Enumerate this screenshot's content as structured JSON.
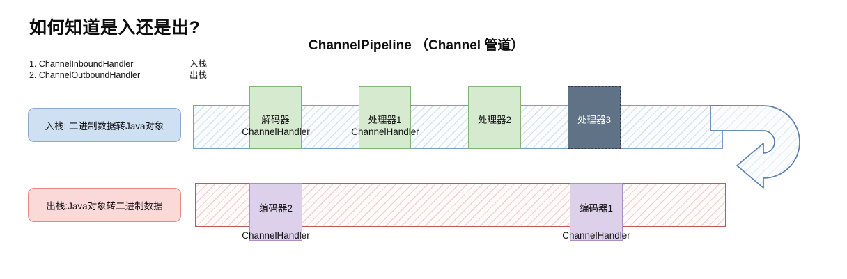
{
  "page": {
    "title": "如何知道是入还是出?",
    "diagram_title": "ChannelPipeline （Channel 管道）"
  },
  "legend": {
    "items": [
      {
        "text": "1. ChannelInboundHandler",
        "note": "入栈"
      },
      {
        "text": "2. ChannelOutboundHandler",
        "note": "出栈"
      }
    ]
  },
  "captions": {
    "inbound": "入栈: 二进制数据转Java对象",
    "outbound": "出栈:Java对象转二进制数据"
  },
  "pipelines": {
    "inbound": {
      "name": "inbound-pipeline",
      "nodes": [
        {
          "label": "解码器",
          "sub": "ChannelHandler",
          "style": "green"
        },
        {
          "label": "处理器1",
          "sub": "ChannelHandler",
          "style": "green"
        },
        {
          "label": "处理器2",
          "sub": "",
          "style": "green"
        },
        {
          "label": "处理器3",
          "sub": "",
          "style": "dark"
        }
      ]
    },
    "outbound": {
      "name": "outbound-pipeline",
      "nodes": [
        {
          "label": "编码器2",
          "sub": "ChannelHandler",
          "style": "purple"
        },
        {
          "label": "编码器1",
          "sub": "ChannelHandler",
          "style": "purple"
        }
      ]
    }
  },
  "arrow": {
    "name": "uturn-arrow",
    "direction": "left"
  },
  "colors": {
    "inbound_bar_border": "#7b9ec9",
    "inbound_caption_bg": "#cfe0f3",
    "outbound_bar_border": "#c0585c",
    "outbound_caption_bg": "#fbd9d9",
    "node_green_bg": "#d6ead0",
    "node_dark_bg": "#5f7286",
    "node_purple_bg": "#ddd0ea"
  }
}
